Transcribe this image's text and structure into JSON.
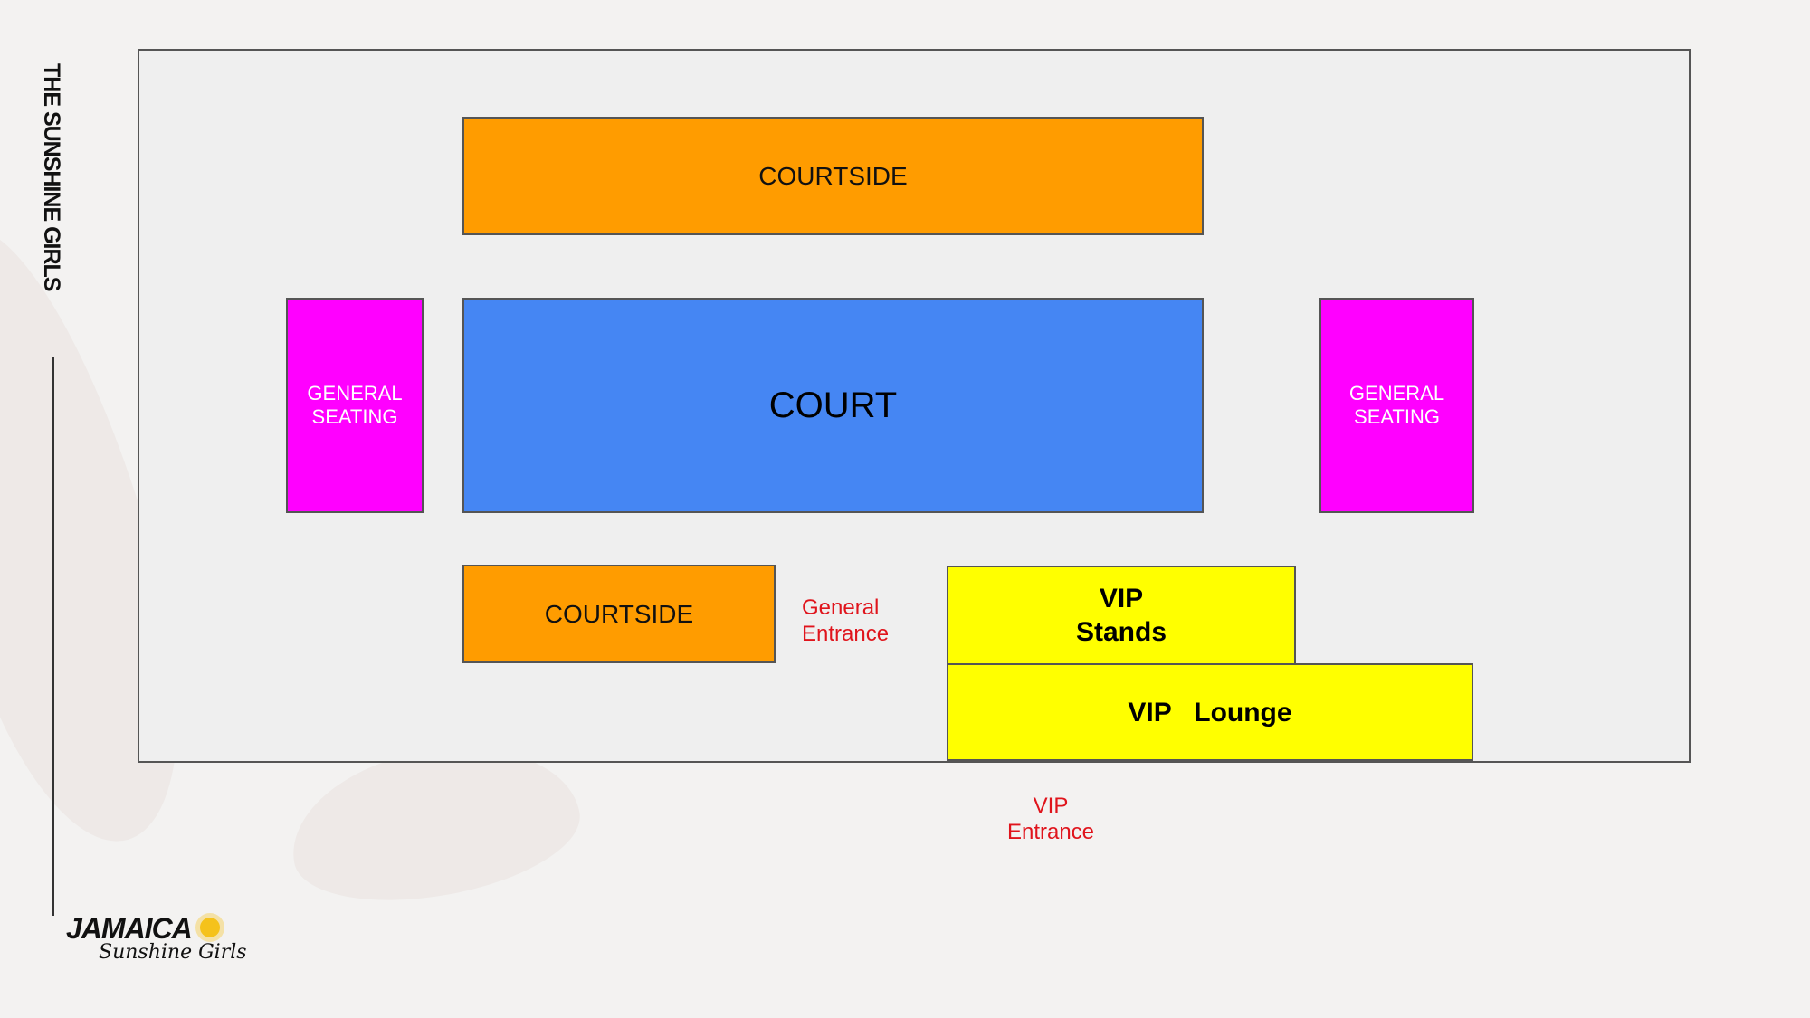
{
  "side_title": "THE SUNSHINE GIRLS",
  "logo": {
    "line1": "JAMAICA",
    "line2": "Sunshine Girls"
  },
  "sections": {
    "courtside_top": "COURTSIDE",
    "court": "COURT",
    "general_left": [
      "GENERAL",
      "SEATING"
    ],
    "general_right": [
      "GENERAL",
      "SEATING"
    ],
    "courtside_bottom": "COURTSIDE",
    "vip_stands": [
      "VIP",
      "Stands"
    ],
    "vip_lounge": "VIP   Lounge"
  },
  "entrances": {
    "general": [
      "General",
      "Entrance"
    ],
    "vip": [
      "VIP",
      "Entrance"
    ]
  },
  "colors": {
    "courtside": "#ff9c00",
    "court": "#4586f3",
    "general": "#ff00ff",
    "vip": "#ffff00",
    "entrance_text": "#e0141c"
  }
}
